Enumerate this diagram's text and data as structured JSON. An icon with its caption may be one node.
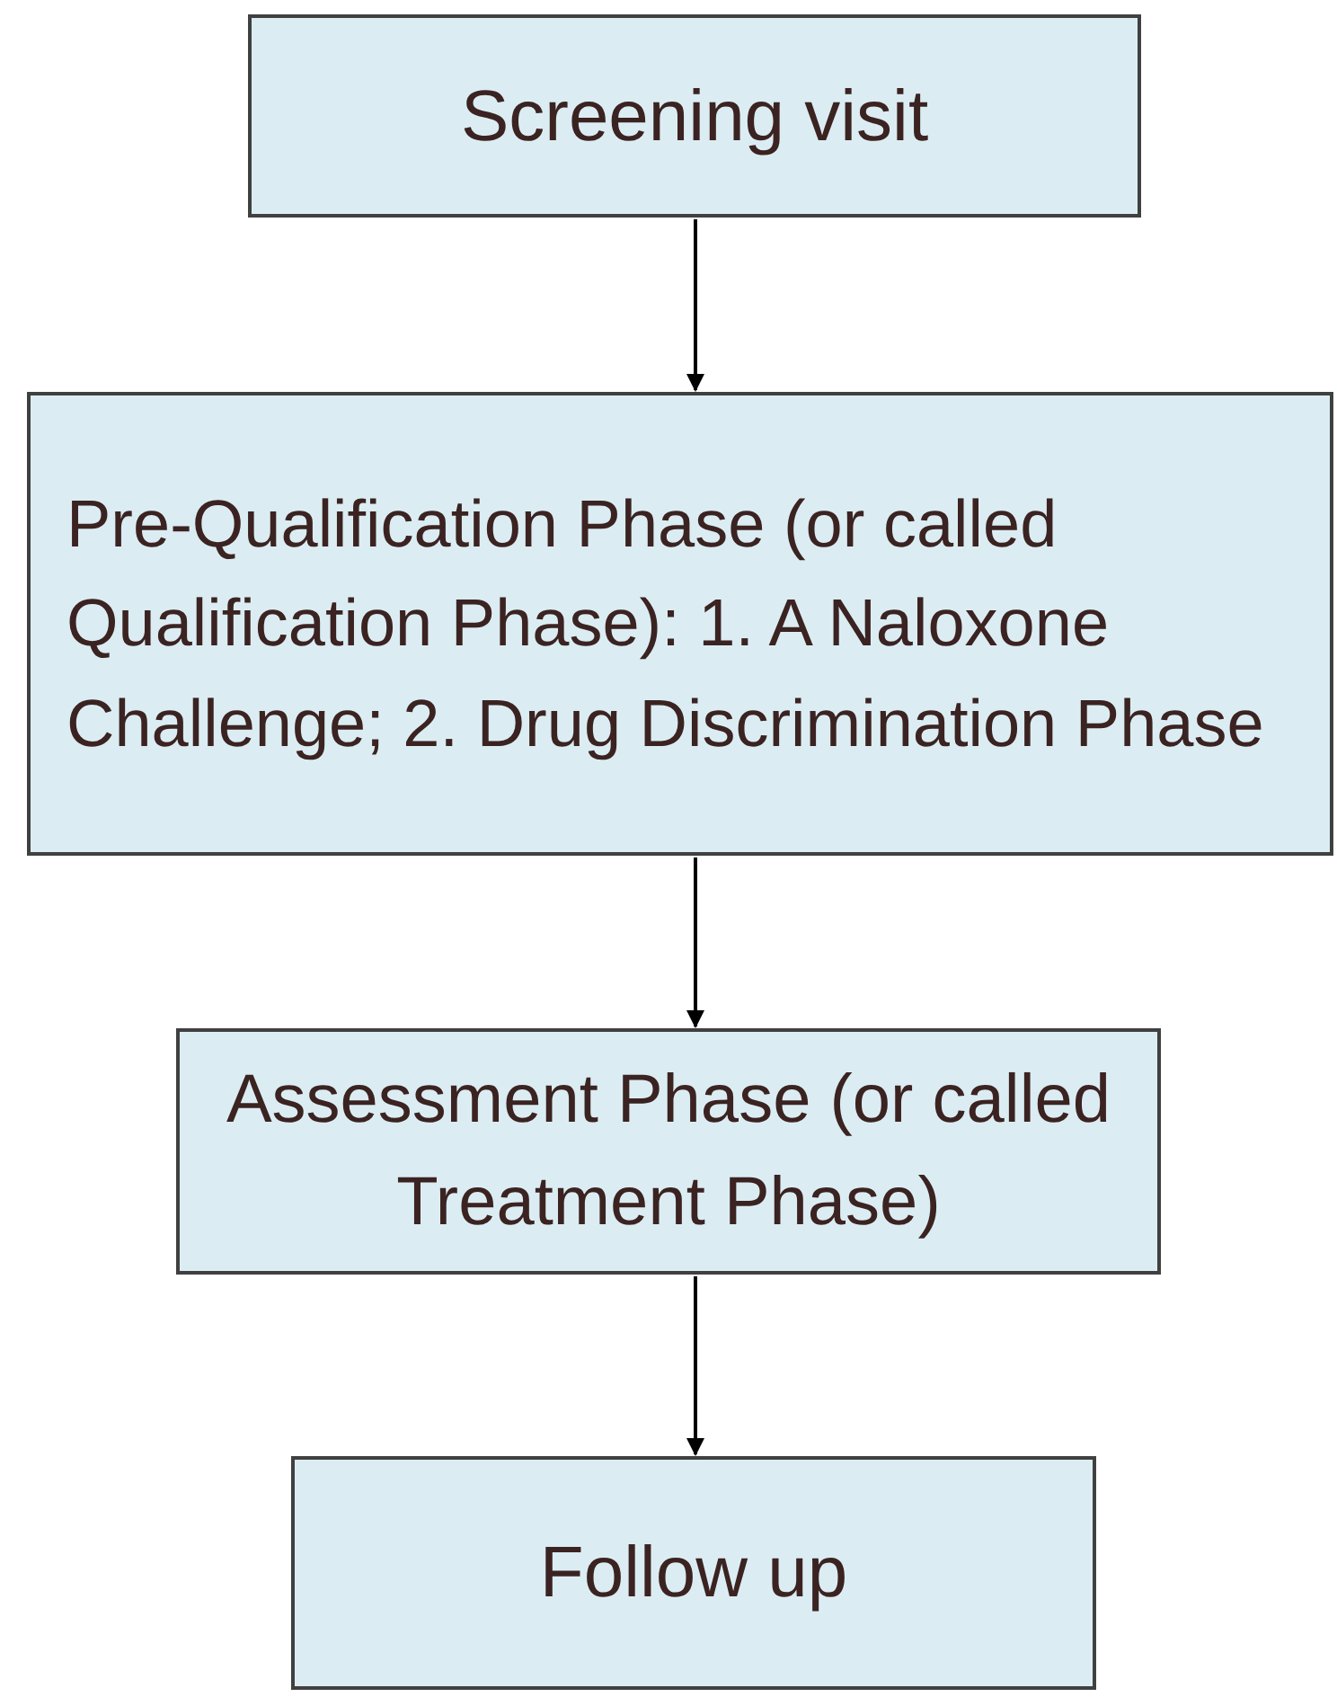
{
  "diagram": {
    "nodes": [
      {
        "text": [
          "Screening visit"
        ]
      },
      {
        "text": [
          "Pre-Qualification Phase (or called Qualification Phase): 1. A Naloxone Challenge; 2. Drug Discrimination Phase"
        ]
      },
      {
        "text": [
          "Assessment Phase (or called Treatment Phase)"
        ]
      },
      {
        "text": [
          "Follow up"
        ]
      }
    ],
    "edges": [
      {
        "from": 0,
        "to": 1,
        "arrow": "to"
      },
      {
        "from": 1,
        "to": 2,
        "arrow": "to"
      },
      {
        "from": 2,
        "to": 3,
        "arrow": "to"
      }
    ]
  }
}
